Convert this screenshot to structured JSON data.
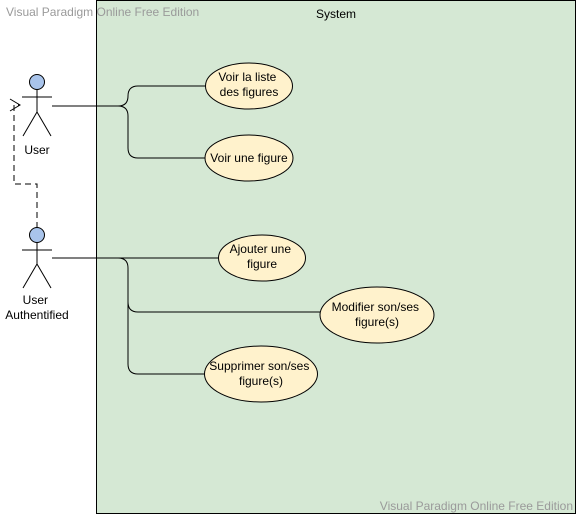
{
  "watermark": {
    "top_left": "Visual Paradigm Online Free Edition",
    "bottom_right": "Visual Paradigm Online Free Edition"
  },
  "system": {
    "title": "System",
    "fill_color": "#d5e8d4",
    "stroke_color": "#000000"
  },
  "actors": [
    {
      "id": "user",
      "lines": [
        "User"
      ]
    },
    {
      "id": "user-authenticated",
      "lines": [
        "User",
        "Authentified"
      ]
    }
  ],
  "actor_head_color": "#a9c4eb",
  "use_cases": [
    {
      "id": "voir-liste",
      "lines": [
        "Voir la liste",
        "des figures"
      ]
    },
    {
      "id": "voir-figure",
      "lines": [
        "Voir une figure"
      ]
    },
    {
      "id": "ajouter-figure",
      "lines": [
        "Ajouter une",
        "figure"
      ]
    },
    {
      "id": "modifier-figure",
      "lines": [
        "Modifier son/ses",
        "figure(s)"
      ]
    },
    {
      "id": "supprimer-figure",
      "lines": [
        "Supprimer son/ses",
        "figure(s)"
      ]
    }
  ],
  "use_case_fill": "#fff2cc"
}
